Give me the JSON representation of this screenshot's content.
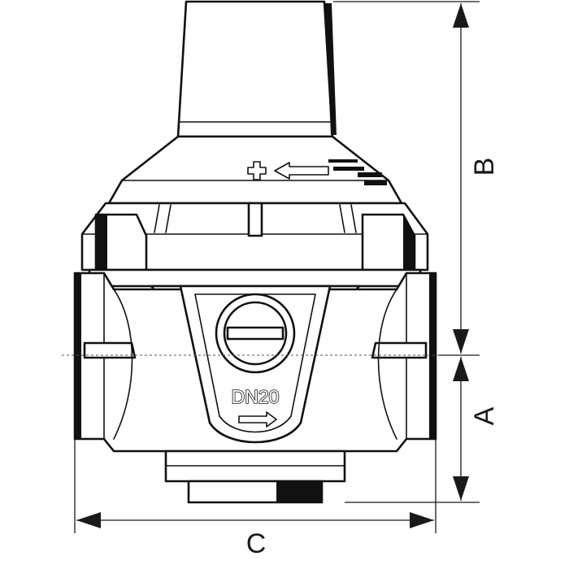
{
  "dimensions": {
    "a_label": "A",
    "b_label": "B",
    "c_label": "C"
  },
  "body_marking": {
    "size_text": "DN20",
    "plus_symbol": "+"
  }
}
